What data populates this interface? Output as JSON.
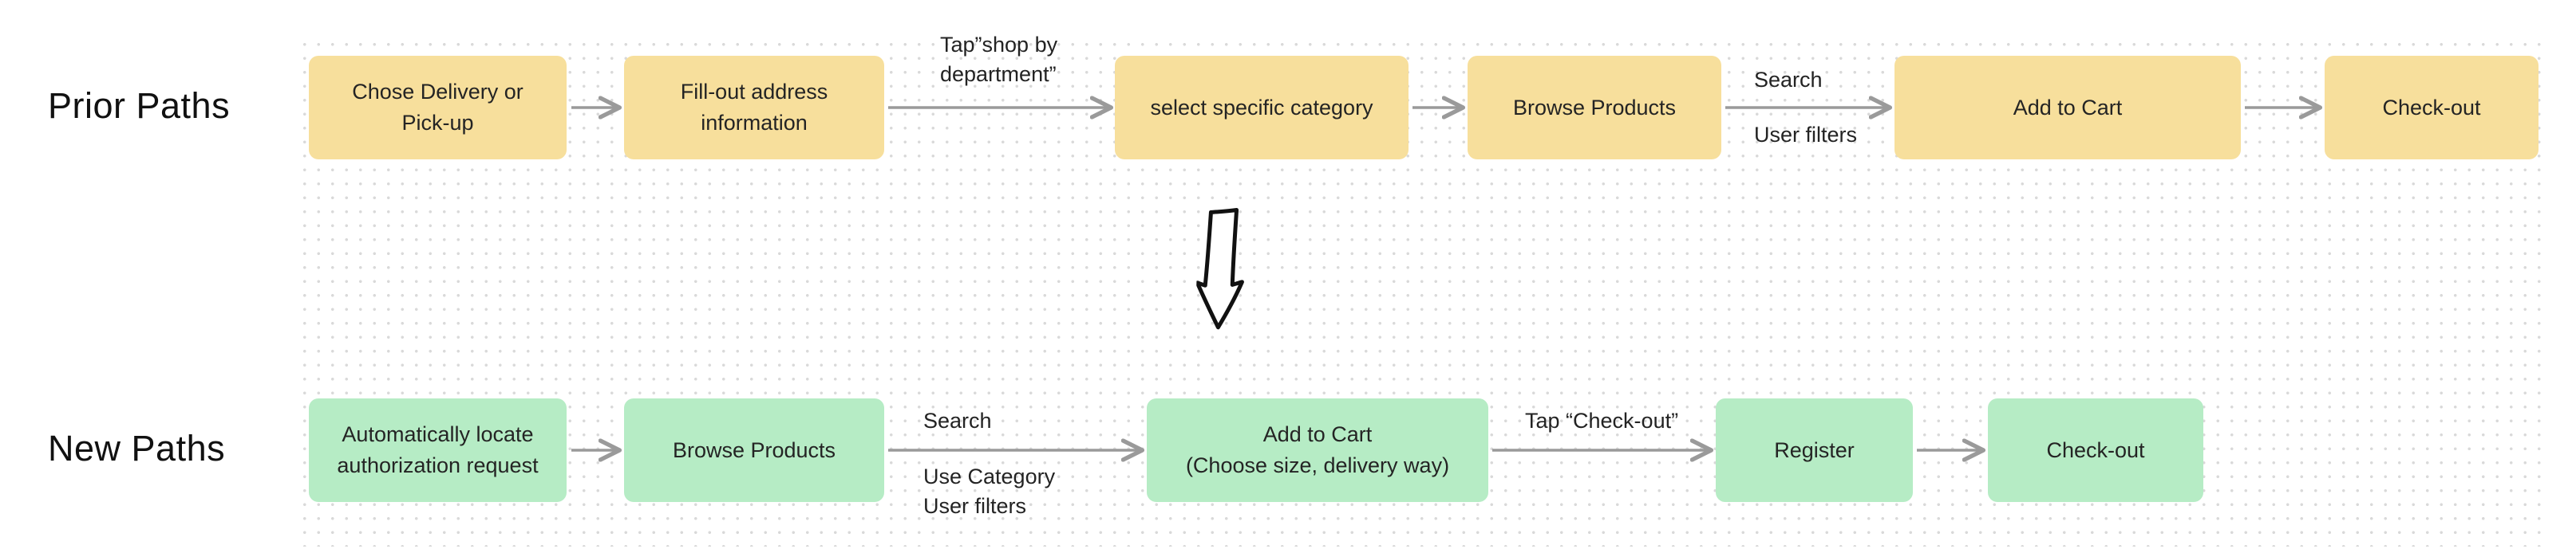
{
  "diagram": {
    "prior": {
      "title": "Prior Paths",
      "nodes": [
        {
          "label": "Chose Delivery or\nPick-up"
        },
        {
          "label": "Fill-out address\ninformation"
        },
        {
          "label": "select specific category"
        },
        {
          "label": "Browse Products"
        },
        {
          "label": "Add to Cart"
        },
        {
          "label": "Check-out"
        }
      ],
      "edge_labels": {
        "tap_shop_by_department": "Tap”shop by\ndepartment”",
        "search": "Search",
        "user_filters": "User filters"
      }
    },
    "new": {
      "title": "New Paths",
      "nodes": [
        {
          "label": "Automatically locate\nauthorization request"
        },
        {
          "label": "Browse Products"
        },
        {
          "label": "Add to Cart\n(Choose size, delivery way)"
        },
        {
          "label": "Register"
        },
        {
          "label": "Check-out"
        }
      ],
      "edge_labels": {
        "search": "Search",
        "use_category_user_filters": "Use Category\nUser filters",
        "tap_check_out": "Tap “Check-out”"
      }
    },
    "icons": {
      "transition": "down-arrow"
    },
    "colors": {
      "prior_node_fill": "#f7df9c",
      "new_node_fill": "#b6ecc5",
      "arrow": "#9a9a9a",
      "big_arrow_stroke": "#111111",
      "dot_grid": "#d9d9d9",
      "text": "#242424"
    }
  }
}
